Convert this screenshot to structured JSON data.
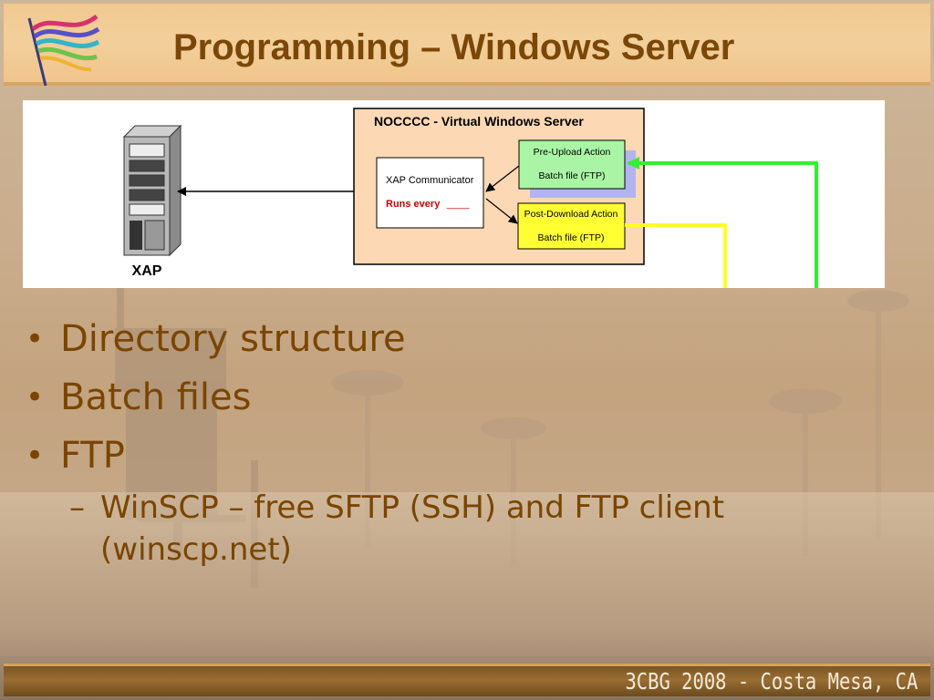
{
  "slide": {
    "title": "Programming – Windows Server",
    "footer": "3CBG 2008 - Costa Mesa, CA"
  },
  "diagram": {
    "server_label": "XAP",
    "box_title": "NOCCCC - Virtual Windows Server",
    "communicator": {
      "label": "XAP Communicator",
      "runs_every": "Runs every",
      "blank": "____"
    },
    "pre_upload": {
      "title": "Pre-Upload Action",
      "subtitle": "Batch file (FTP)"
    },
    "post_download": {
      "title": "Post-Download Action",
      "subtitle": "Batch file (FTP)"
    },
    "colors": {
      "outer_box": "#fdd8b4",
      "pre_upload": "#a9f5a5",
      "post_download": "#ffff33",
      "shadow": "#b3b3f0",
      "green_line": "#33ee33",
      "yellow_line": "#ffff22",
      "runs_every": "#cc0000"
    }
  },
  "bullets": [
    {
      "text": "Directory structure"
    },
    {
      "text": "Batch files"
    },
    {
      "text": "FTP"
    }
  ],
  "sub_bullet": {
    "line1": "WinSCP – free SFTP (SSH) and FTP client",
    "line2": "(winscp.net)"
  },
  "icons": {
    "bullet": "•",
    "dash": "–",
    "logo": "ribbons-flag-logo",
    "server": "server-tower-icon"
  }
}
